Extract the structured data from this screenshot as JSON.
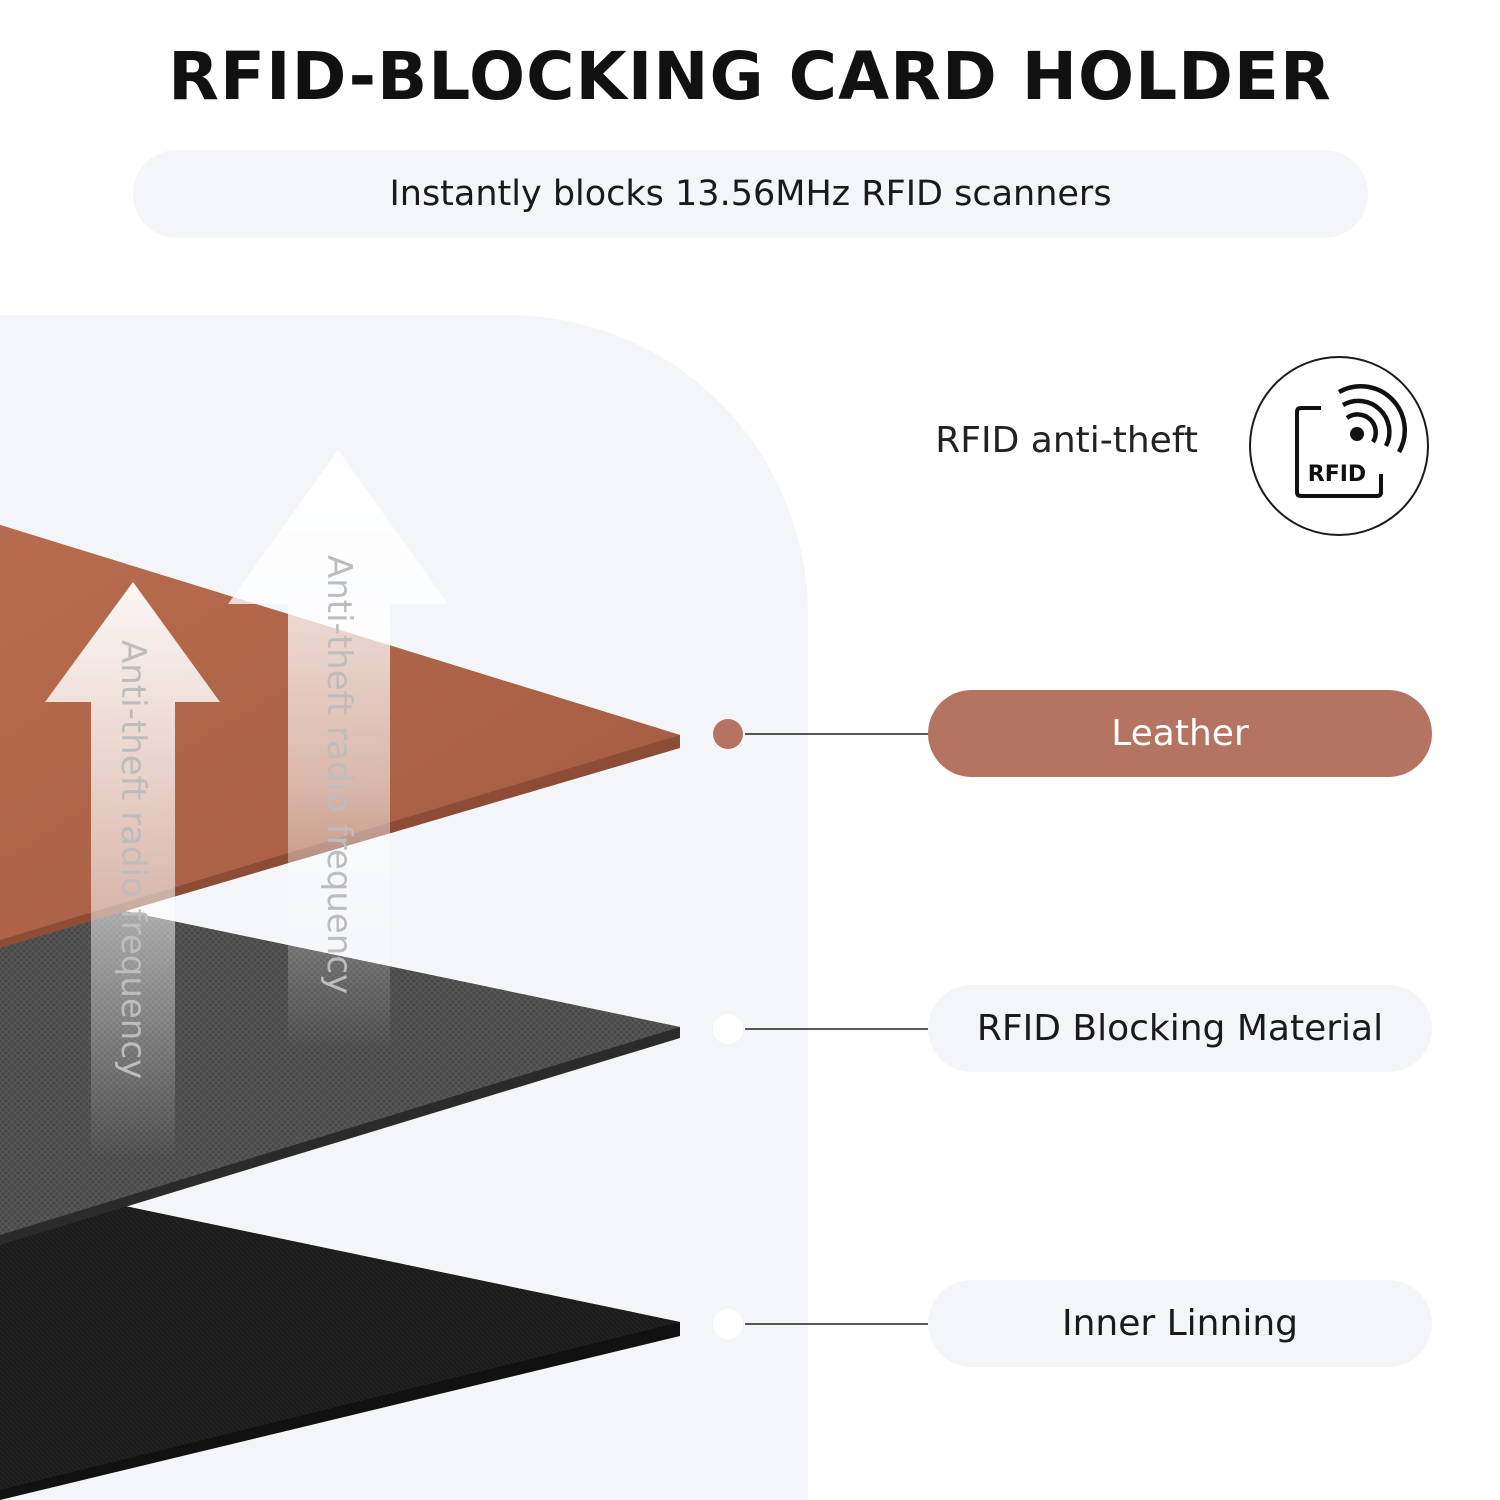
{
  "header": {
    "title": "RFID-BLOCKING CARD HOLDER",
    "subtitle": "Instantly blocks 13.56MHz RFID scanners"
  },
  "feature": {
    "text": "RFID anti-theft",
    "badge_text": "RFID",
    "icon": "rfid-signal-icon"
  },
  "layers": [
    {
      "label": "Leather",
      "color": "#b57362"
    },
    {
      "label": "RFID Blocking Material",
      "color": "#4a4a4a"
    },
    {
      "label": "Inner Linning",
      "color": "#1c1c1c"
    }
  ],
  "arrows": {
    "left_text": "Anti-theft radio frequency",
    "right_text": "Anti-theft radio frequency"
  },
  "colors": {
    "accent": "#b57362",
    "panel": "#f3f5f9",
    "text": "#111111"
  }
}
